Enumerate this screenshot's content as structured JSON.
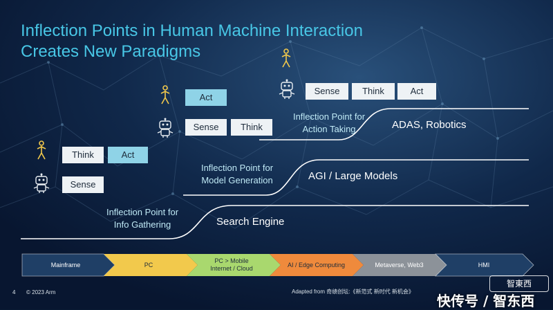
{
  "title": {
    "line1": "Inflection Points in Human Machine Interaction",
    "line2": "Creates New Paradigms"
  },
  "tiers": [
    {
      "name": "Search Engine",
      "inflection_line1": "Inflection Point for",
      "inflection_line2": "Info Gathering",
      "actions": [
        "Think",
        "Act",
        "Sense"
      ]
    },
    {
      "name": "AGI / Large Models",
      "inflection_line1": "Inflection Point for",
      "inflection_line2": "Model Generation",
      "actions": [
        "Act",
        "Sense",
        "Think"
      ]
    },
    {
      "name": "ADAS, Robotics",
      "inflection_line1": "Inflection Point for",
      "inflection_line2": "Action Taking",
      "actions": [
        "Sense",
        "Think",
        "Act"
      ]
    }
  ],
  "timeline": [
    {
      "label": "Mainframe",
      "color": "#1f3f66",
      "text_color": "#ffffff"
    },
    {
      "label": "PC",
      "color": "#f2c94c",
      "text_color": "#1d2b3a"
    },
    {
      "label": "PC > Mobile Internet / Cloud",
      "line1": "PC > Mobile",
      "line2": "Internet / Cloud",
      "color": "#a9d86e",
      "text_color": "#1d2b3a"
    },
    {
      "label": "AI / Edge Computing",
      "color": "#ef8a3c",
      "text_color": "#1d2b3a"
    },
    {
      "label": "Metaverse, Web3",
      "color": "#8c9299",
      "text_color": "#ffffff"
    },
    {
      "label": "HMI",
      "color": "#1f3f66",
      "text_color": "#ffffff"
    }
  ],
  "footer": {
    "page_number": "4",
    "copyright": "© 2023 Arm",
    "source": "Adapted from 奇绩创坛:《新范式 新时代 新机会》"
  },
  "watermark": {
    "logo_text": "智東西",
    "text": "快传号 / 智东西"
  },
  "colors": {
    "title": "#48c7e6",
    "act_box": "#8fd3e7",
    "box": "#eef2f5",
    "human_icon": "#f2c94c",
    "robot_icon": "#e9eef2"
  },
  "icons": [
    "human-figure-icon",
    "robot-icon"
  ]
}
